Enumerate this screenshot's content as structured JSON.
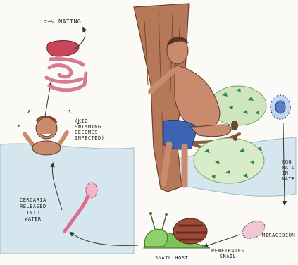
{
  "labels": {
    "mating": "♂+♀ MATING",
    "kid": "(KID\nSWIMMING\nBECOMES\nINFECTED)",
    "cercaria": "CERCARIA\nRELEASED\nINTO\nWATER",
    "snail_host": "SNAIL HOST",
    "penetrates": "PENETRATES\nSNAIL",
    "miracidium": "MIRACIDIUM",
    "egg": "EGG\nHATC\nIN\nWATE"
  },
  "colors": {
    "tree": "#a86b4a",
    "skin": "#c98a6e",
    "shorts": "#3d63b5",
    "water": "#cfe0ea",
    "foliage": "#2f8a3b",
    "snail_body": "#7cc35a",
    "snail_shell": "#9a4a36",
    "cercaria": "#e06a8f",
    "organ_liver": "#c8465a",
    "intestine": "#e79ab0"
  }
}
